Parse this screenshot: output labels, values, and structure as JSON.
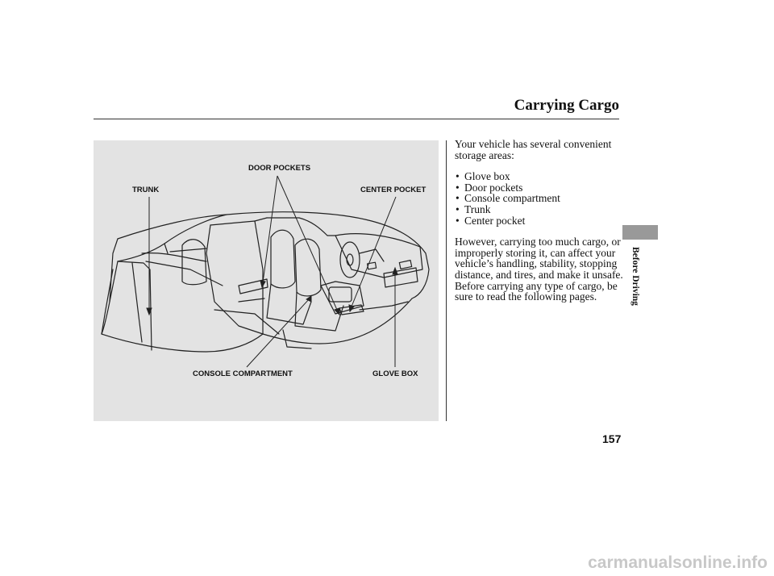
{
  "page": {
    "title": "Carrying Cargo",
    "section_tab": "Before Driving",
    "page_number": "157",
    "watermark": "carmanualsonline.info"
  },
  "figure": {
    "callouts": {
      "door_pockets": "DOOR POCKETS",
      "trunk": "TRUNK",
      "center_pocket": "CENTER POCKET",
      "console_compartment": "CONSOLE COMPARTMENT",
      "glove_box": "GLOVE BOX"
    }
  },
  "body": {
    "intro": "Your vehicle has several convenient storage areas:",
    "items": [
      "Glove box",
      "Door pockets",
      "Console compartment",
      "Trunk",
      "Center pocket"
    ],
    "paragraph": "However, carrying too much cargo, or improperly storing it, can affect your vehicle’s handling, stability, stopping distance, and tires, and make it unsafe. Before carrying any type of cargo, be sure to read the following pages."
  }
}
